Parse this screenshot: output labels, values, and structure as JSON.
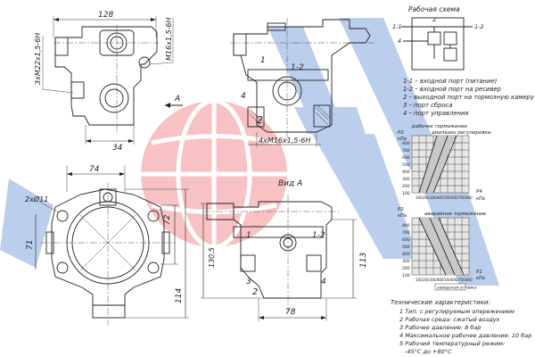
{
  "dims": {
    "top_width": "128",
    "thread_left": "3хМ22х1,5-6Н",
    "thread_right": "М16х1,5-6Н",
    "port_width": "34",
    "section_a": "А",
    "thread_bottom": "4хМ16х1,5-6Н",
    "bottom_width": "74",
    "hole_spec": "2хØ11",
    "h72": "72",
    "h71": "71",
    "h114": "114",
    "vid_a": "Вид А",
    "h130": "130,5",
    "h113": "113",
    "w78": "78"
  },
  "ports": {
    "p1": "1",
    "p2": "2",
    "p12": "1-2",
    "p4": "4",
    "p3": "3"
  },
  "schematic": {
    "title": "Рабочая схема",
    "label_left": "1-1",
    "label_right": "1-2",
    "label_2": "2",
    "label_4": "4"
  },
  "legend": [
    "1-1 – входной порт (питание)",
    "1-2 – входной порт на ресивер",
    "2 – выходной порт на тормозную камеру",
    "3 – порт сброса",
    "4 – порт управления"
  ],
  "chart1": {
    "title_left": "рабочее торможение",
    "title_right": "диапазон регулировки",
    "y_unit": "кПа",
    "y_axis_label": "P2",
    "x_axis_label": "P4",
    "x_unit": "кПа",
    "yticks": [
      "800",
      "700",
      "600",
      "500",
      "400",
      "300",
      "200",
      "100"
    ],
    "xticks": [
      "100",
      "200",
      "300",
      "400",
      "500",
      "600",
      "700",
      "800"
    ]
  },
  "chart2": {
    "title": "аварийное торможение",
    "y_unit": "кПа",
    "y_axis_label": "P2",
    "x_axis_label": "P1",
    "x_unit": "кПа",
    "note": "заводская уставка",
    "yticks": [
      "800",
      "700",
      "600",
      "500",
      "400",
      "300",
      "200",
      "100"
    ],
    "xticks": [
      "100",
      "200",
      "300",
      "400",
      "500",
      "600",
      "700",
      "800"
    ]
  },
  "specs": {
    "title": "Технические характеристики:",
    "items": [
      "1 Тип: с регулируемым опережением",
      "2 Рабочая среда: сжатый воздух",
      "3 Рабочее давление: 8 бар",
      "4 Максимальное рабочее давление: 10 бар",
      "5 Рабочий температурный режим:",
      "-45°С до +80°С"
    ]
  },
  "colors": {
    "watermark_red": "#e8333a",
    "watermark_blue": "#1f5fbf",
    "line": "#222222"
  }
}
